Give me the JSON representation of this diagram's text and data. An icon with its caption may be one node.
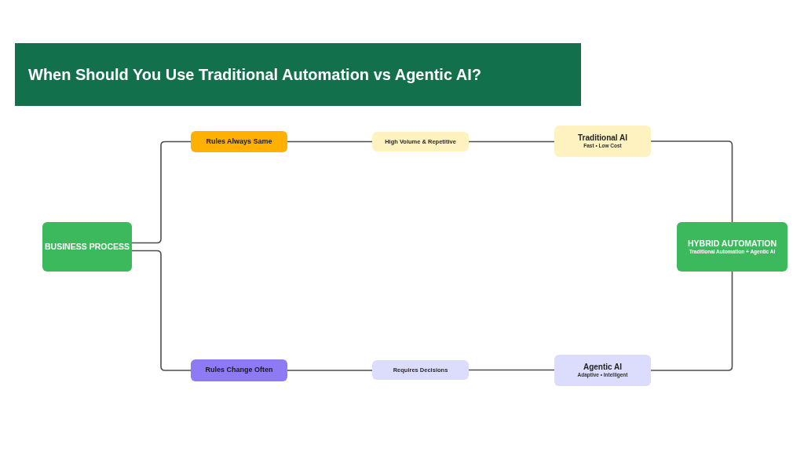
{
  "diagram": {
    "title": "When Should You Use Traditional Automation vs Agentic AI?",
    "nodes": [
      {
        "text": [
          "BUSINESS PROCESS"
        ]
      },
      {
        "text": [
          "Rules Always Same"
        ]
      },
      {
        "text": [
          "High Volume & Repetitive"
        ]
      },
      {
        "text": [
          "Traditional AI",
          "Fast • Low Cost"
        ]
      },
      {
        "text": [
          "HYBRID AUTOMATION",
          "Traditional Automation + Agentic AI"
        ]
      },
      {
        "text": [
          "Rules Change Often"
        ]
      },
      {
        "text": [
          "Requires Decisions"
        ]
      },
      {
        "text": [
          "Agentic AI",
          "Adaptive • Intelligent"
        ]
      }
    ],
    "edges": [
      {
        "from": 0,
        "to": 1,
        "arrow": "none"
      },
      {
        "from": 1,
        "to": 2,
        "arrow": "none"
      },
      {
        "from": 2,
        "to": 3,
        "arrow": "none"
      },
      {
        "from": 3,
        "to": 4,
        "arrow": "none"
      },
      {
        "from": 0,
        "to": 5,
        "arrow": "none"
      },
      {
        "from": 5,
        "to": 6,
        "arrow": "none"
      },
      {
        "from": 6,
        "to": 7,
        "arrow": "none"
      },
      {
        "from": 7,
        "to": 4,
        "arrow": "none"
      }
    ]
  }
}
